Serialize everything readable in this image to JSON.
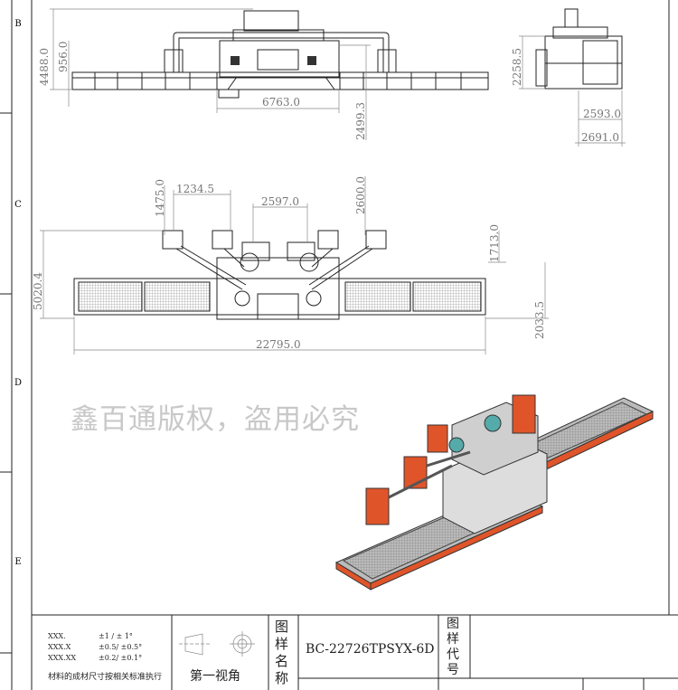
{
  "frame": {
    "row_labels": [
      "B",
      "C",
      "D",
      "E"
    ]
  },
  "front_view": {
    "dimensions": [
      "4488.0",
      "956.0",
      "6763.0",
      "2499.3"
    ]
  },
  "side_view": {
    "dimensions": [
      "2258.5",
      "2593.0",
      "2691.0"
    ]
  },
  "plan_view": {
    "dimensions": [
      "1234.5",
      "1475.0",
      "2597.0",
      "2600.0",
      "1713.0",
      "5020.4",
      "2033.5",
      "22795.0"
    ]
  },
  "watermark": "鑫百通版权，盗用必究",
  "title_block": {
    "tolerances": [
      {
        "format": "XXX.",
        "value": "±1  / ± 1°"
      },
      {
        "format": "XXX.X",
        "value": "±0.5/ ±0.5°"
      },
      {
        "format": "XXX.XX",
        "value": "±0.2/ ±0.1°"
      }
    ],
    "material_note": "材料的成材尺寸按相关标准执行",
    "projection_label": "第一视角",
    "drawing_name_label": "图样名称",
    "drawing_name": "BC-22726TPSYX-6D",
    "drawing_code_label": "图样代号"
  },
  "colors": {
    "accent_orange": "#e0542a",
    "line": "#222222",
    "dim": "#777777"
  }
}
